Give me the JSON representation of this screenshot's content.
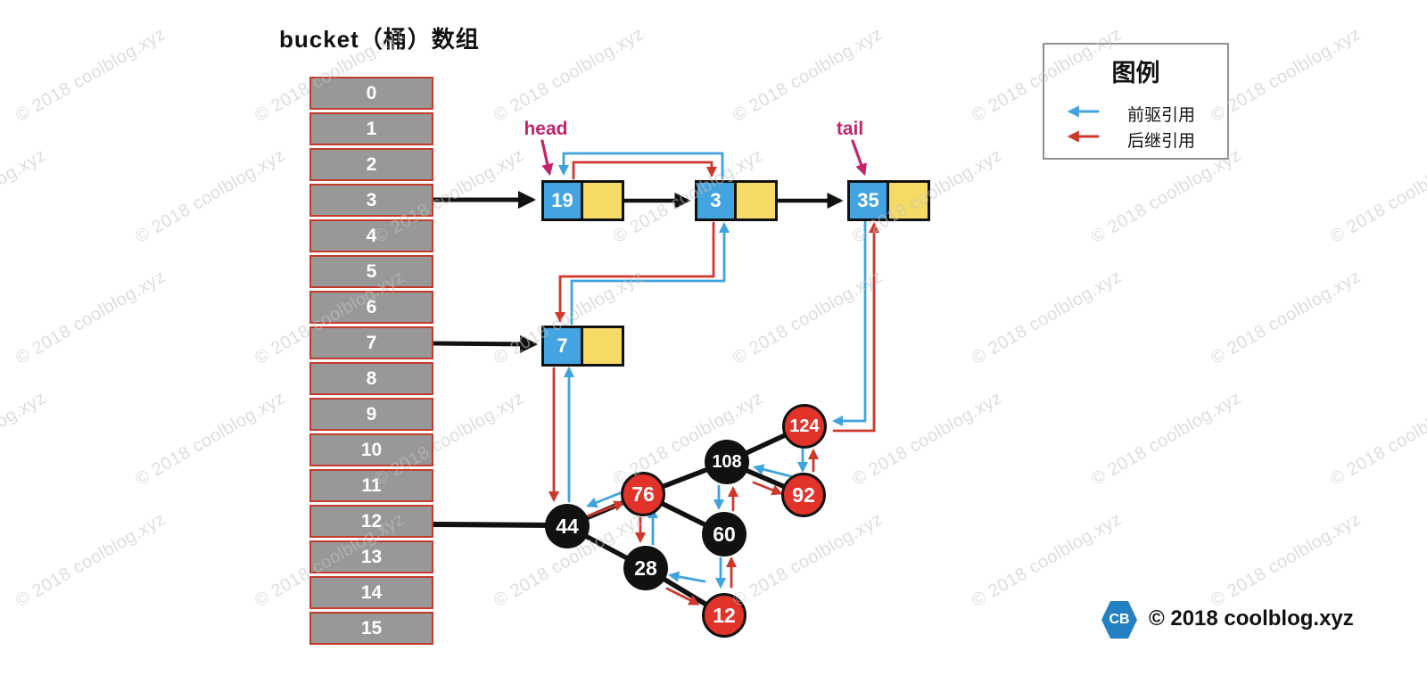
{
  "title": "bucket（桶）数组",
  "watermark": {
    "text": "© 2018 coolblog.xyz"
  },
  "bucket": {
    "cells": [
      "0",
      "1",
      "2",
      "3",
      "4",
      "5",
      "6",
      "7",
      "8",
      "9",
      "10",
      "11",
      "12",
      "13",
      "14",
      "15"
    ]
  },
  "pointers": {
    "head": "head",
    "tail": "tail"
  },
  "list": {
    "nodes": [
      {
        "id": "19",
        "key": "19"
      },
      {
        "id": "3",
        "key": "3"
      },
      {
        "id": "35",
        "key": "35"
      },
      {
        "id": "7",
        "key": "7"
      }
    ],
    "next_arrows": [
      {
        "from": "19",
        "to": "3"
      },
      {
        "from": "3",
        "to": "35"
      }
    ]
  },
  "bucket_links": [
    {
      "bucket": "3",
      "target": "19"
    },
    {
      "bucket": "7",
      "target": "7"
    },
    {
      "bucket": "12",
      "target": "44"
    }
  ],
  "tree": {
    "nodes": [
      {
        "id": "44",
        "label": "44",
        "color": "black"
      },
      {
        "id": "76",
        "label": "76",
        "color": "red"
      },
      {
        "id": "28",
        "label": "28",
        "color": "black"
      },
      {
        "id": "108",
        "label": "108",
        "color": "black"
      },
      {
        "id": "60",
        "label": "60",
        "color": "black"
      },
      {
        "id": "12",
        "label": "12",
        "color": "red"
      },
      {
        "id": "124",
        "label": "124",
        "color": "red"
      },
      {
        "id": "92",
        "label": "92",
        "color": "red"
      }
    ],
    "edges": [
      {
        "from": "44",
        "to": "76"
      },
      {
        "from": "44",
        "to": "28"
      },
      {
        "from": "76",
        "to": "108"
      },
      {
        "from": "76",
        "to": "60"
      },
      {
        "from": "108",
        "to": "124"
      },
      {
        "from": "108",
        "to": "92"
      },
      {
        "from": "28",
        "to": "12"
      }
    ]
  },
  "references": [
    {
      "from": "3",
      "to": "19",
      "kind": "pred"
    },
    {
      "from": "19",
      "to": "3",
      "kind": "succ"
    },
    {
      "from": "7",
      "to": "3",
      "kind": "pred"
    },
    {
      "from": "3",
      "to": "7",
      "kind": "succ"
    },
    {
      "from": "44",
      "to": "7",
      "kind": "pred"
    },
    {
      "from": "7",
      "to": "44",
      "kind": "succ"
    },
    {
      "from": "76",
      "to": "44",
      "kind": "pred"
    },
    {
      "from": "44",
      "to": "76",
      "kind": "succ"
    },
    {
      "from": "28",
      "to": "76",
      "kind": "pred"
    },
    {
      "from": "76",
      "to": "28",
      "kind": "succ"
    },
    {
      "from": "12",
      "to": "28",
      "kind": "pred"
    },
    {
      "from": "28",
      "to": "12",
      "kind": "succ"
    },
    {
      "from": "60",
      "to": "12",
      "kind": "pred"
    },
    {
      "from": "12",
      "to": "60",
      "kind": "succ"
    },
    {
      "from": "108",
      "to": "60",
      "kind": "pred"
    },
    {
      "from": "60",
      "to": "108",
      "kind": "succ"
    },
    {
      "from": "92",
      "to": "108",
      "kind": "pred"
    },
    {
      "from": "108",
      "to": "92",
      "kind": "succ"
    },
    {
      "from": "124",
      "to": "92",
      "kind": "pred"
    },
    {
      "from": "92",
      "to": "124",
      "kind": "succ"
    },
    {
      "from": "35",
      "to": "124",
      "kind": "pred"
    },
    {
      "from": "124",
      "to": "35",
      "kind": "succ"
    }
  ],
  "insertion_order": [
    "19",
    "3",
    "7",
    "44",
    "76",
    "28",
    "12",
    "60",
    "108",
    "92",
    "124",
    "35"
  ],
  "legend": {
    "title": "图例",
    "items": [
      {
        "kind": "pred",
        "label": "前驱引用"
      },
      {
        "kind": "succ",
        "label": "后继引用"
      }
    ]
  },
  "footer": {
    "logo_text": "CB",
    "copyright": "© 2018 coolblog.xyz"
  },
  "colors": {
    "pred": "#41A3DD",
    "succ": "#CE382C",
    "node_key": "#42A4E0",
    "node_value": "#F5DB66",
    "tree_red": "#E2332A",
    "tree_black": "#111111",
    "bucket_fill": "#989898",
    "bucket_border": "#C33B2D",
    "pointer": "#C2246A",
    "watermark": "#C3C3C3"
  }
}
